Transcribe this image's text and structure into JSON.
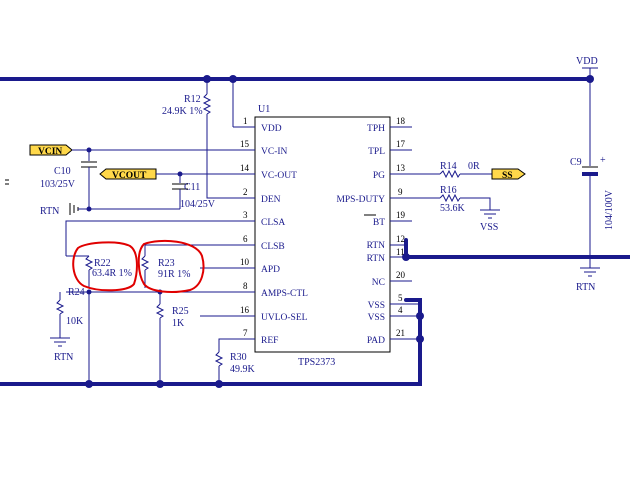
{
  "ic": {
    "ref": "U1",
    "part": "TPS2373",
    "pins_left": [
      {
        "num": "1",
        "name": "VDD"
      },
      {
        "num": "15",
        "name": "VC-IN"
      },
      {
        "num": "14",
        "name": "VC-OUT"
      },
      {
        "num": "2",
        "name": "DEN"
      },
      {
        "num": "3",
        "name": "CLSA"
      },
      {
        "num": "6",
        "name": "CLSB"
      },
      {
        "num": "10",
        "name": "APD"
      },
      {
        "num": "8",
        "name": "AMPS-CTL"
      },
      {
        "num": "16",
        "name": "UVLO-SEL"
      },
      {
        "num": "7",
        "name": "REF"
      }
    ],
    "pins_right": [
      {
        "num": "18",
        "name": "TPH"
      },
      {
        "num": "17",
        "name": "TPL"
      },
      {
        "num": "13",
        "name": "PG"
      },
      {
        "num": "9",
        "name": "MPS-DUTY"
      },
      {
        "num": "19",
        "name": "BT"
      },
      {
        "num": "12",
        "name": "RTN"
      },
      {
        "num": "11",
        "name": "RTN"
      },
      {
        "num": "20",
        "name": "NC"
      },
      {
        "num": "5",
        "name": "VSS"
      },
      {
        "num": "4",
        "name": "VSS"
      },
      {
        "num": "21",
        "name": "PAD"
      }
    ]
  },
  "components": {
    "r12": {
      "ref": "R12",
      "value": "24.9K 1%"
    },
    "r14": {
      "ref": "R14",
      "value": "0R"
    },
    "r16": {
      "ref": "R16",
      "value": "53.6K"
    },
    "r22": {
      "ref": "R22",
      "value": "63.4R 1%"
    },
    "r23": {
      "ref": "R23",
      "value": "91R 1%"
    },
    "r24": {
      "ref": "R24",
      "value": "10K"
    },
    "r25": {
      "ref": "R25",
      "value": "1K"
    },
    "r30": {
      "ref": "R30",
      "value": "49.9K"
    },
    "c9": {
      "ref": "C9",
      "value": "104/100V"
    },
    "c10": {
      "ref": "C10",
      "value": "103/25V"
    },
    "c11": {
      "ref": "C11",
      "value": "104/25V"
    }
  },
  "nets": {
    "vdd": "VDD",
    "vcin": "VCIN",
    "vcout": "VCOUT",
    "ss": "SS",
    "rtn_left": "RTN",
    "rtn_bottom": "RTN",
    "rtn_right": "RTN",
    "vss": "VSS",
    "c9_plus": "+"
  },
  "colors": {
    "wire": "#1a1a8c",
    "annotation": "#e00000",
    "flag_fill": "#ffd84a"
  }
}
